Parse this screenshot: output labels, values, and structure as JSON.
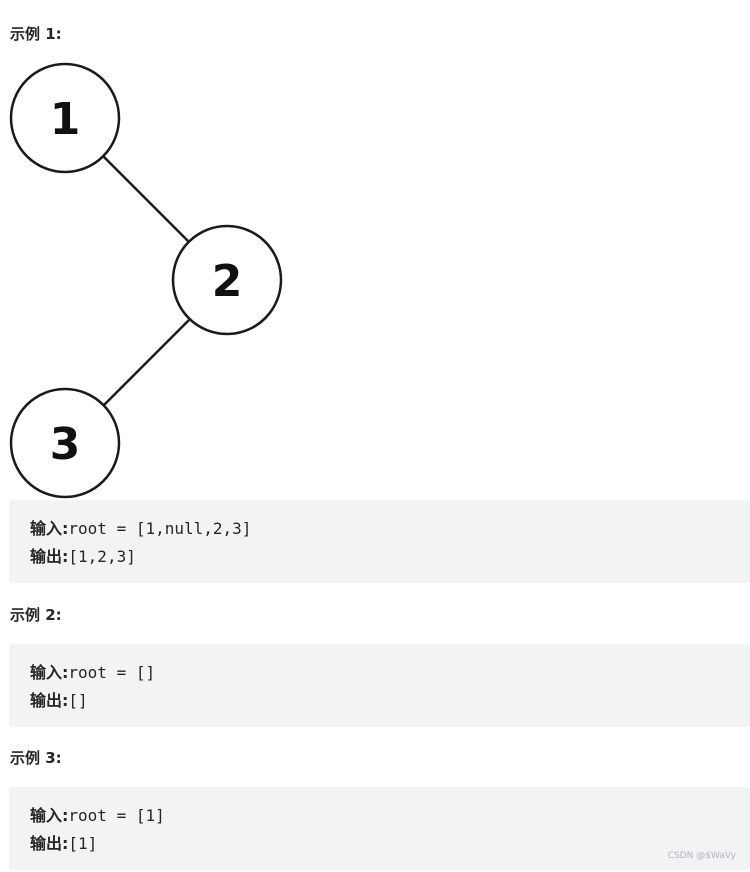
{
  "examples": [
    {
      "heading": "示例 1:",
      "input_label": "输入:",
      "input_value": "root = [1,null,2,3]",
      "output_label": "输出:",
      "output_value": "[1,2,3]"
    },
    {
      "heading": "示例 2:",
      "input_label": "输入:",
      "input_value": "root = []",
      "output_label": "输出:",
      "output_value": "[]"
    },
    {
      "heading": "示例 3:",
      "input_label": "输入:",
      "input_value": "root = [1]",
      "output_label": "输出:",
      "output_value": "[1]"
    }
  ],
  "tree": {
    "nodes": [
      {
        "id": "1",
        "label": "1"
      },
      {
        "id": "2",
        "label": "2"
      },
      {
        "id": "3",
        "label": "3"
      }
    ],
    "edges": [
      {
        "from": "1",
        "to": "2",
        "side": "right"
      },
      {
        "from": "2",
        "to": "3",
        "side": "left"
      }
    ]
  },
  "watermark": "CSDN @$WaVy"
}
